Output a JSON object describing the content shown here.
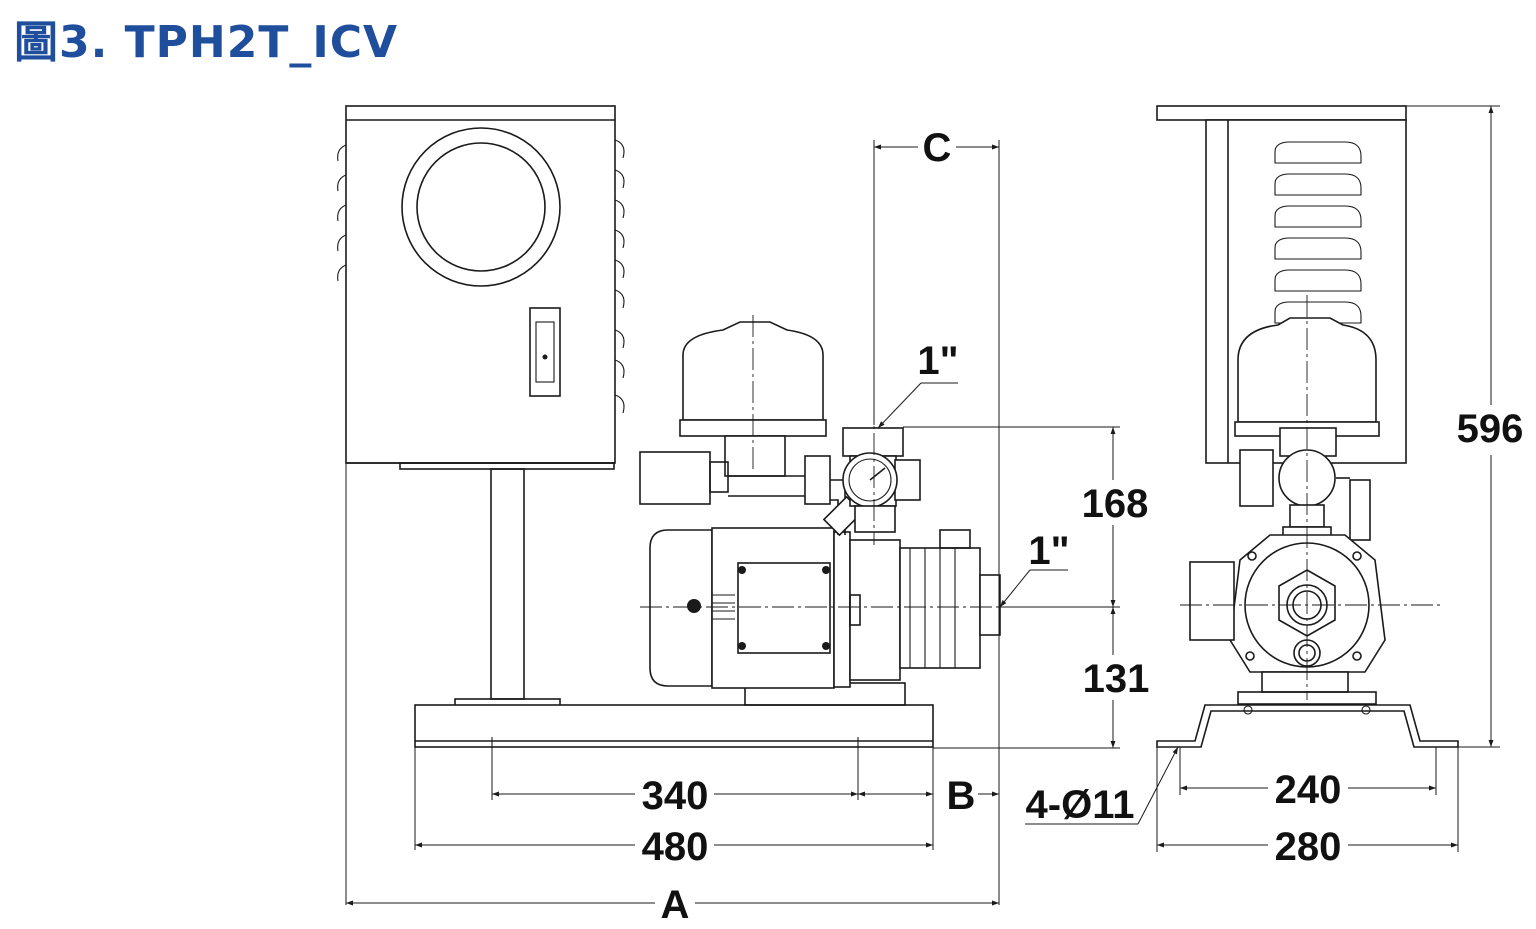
{
  "title": "圖3. TPH2T_ICV",
  "title_color": "#1f4e9c",
  "drawing": {
    "dimensions": {
      "C": "C",
      "inlet": "1\"",
      "outlet": "1\"",
      "h168": "168",
      "h131": "131",
      "h596": "596",
      "w340": "340",
      "B": "B",
      "w480": "480",
      "A": "A",
      "holes": "4-Ø11",
      "w240": "240",
      "w280": "280"
    }
  }
}
